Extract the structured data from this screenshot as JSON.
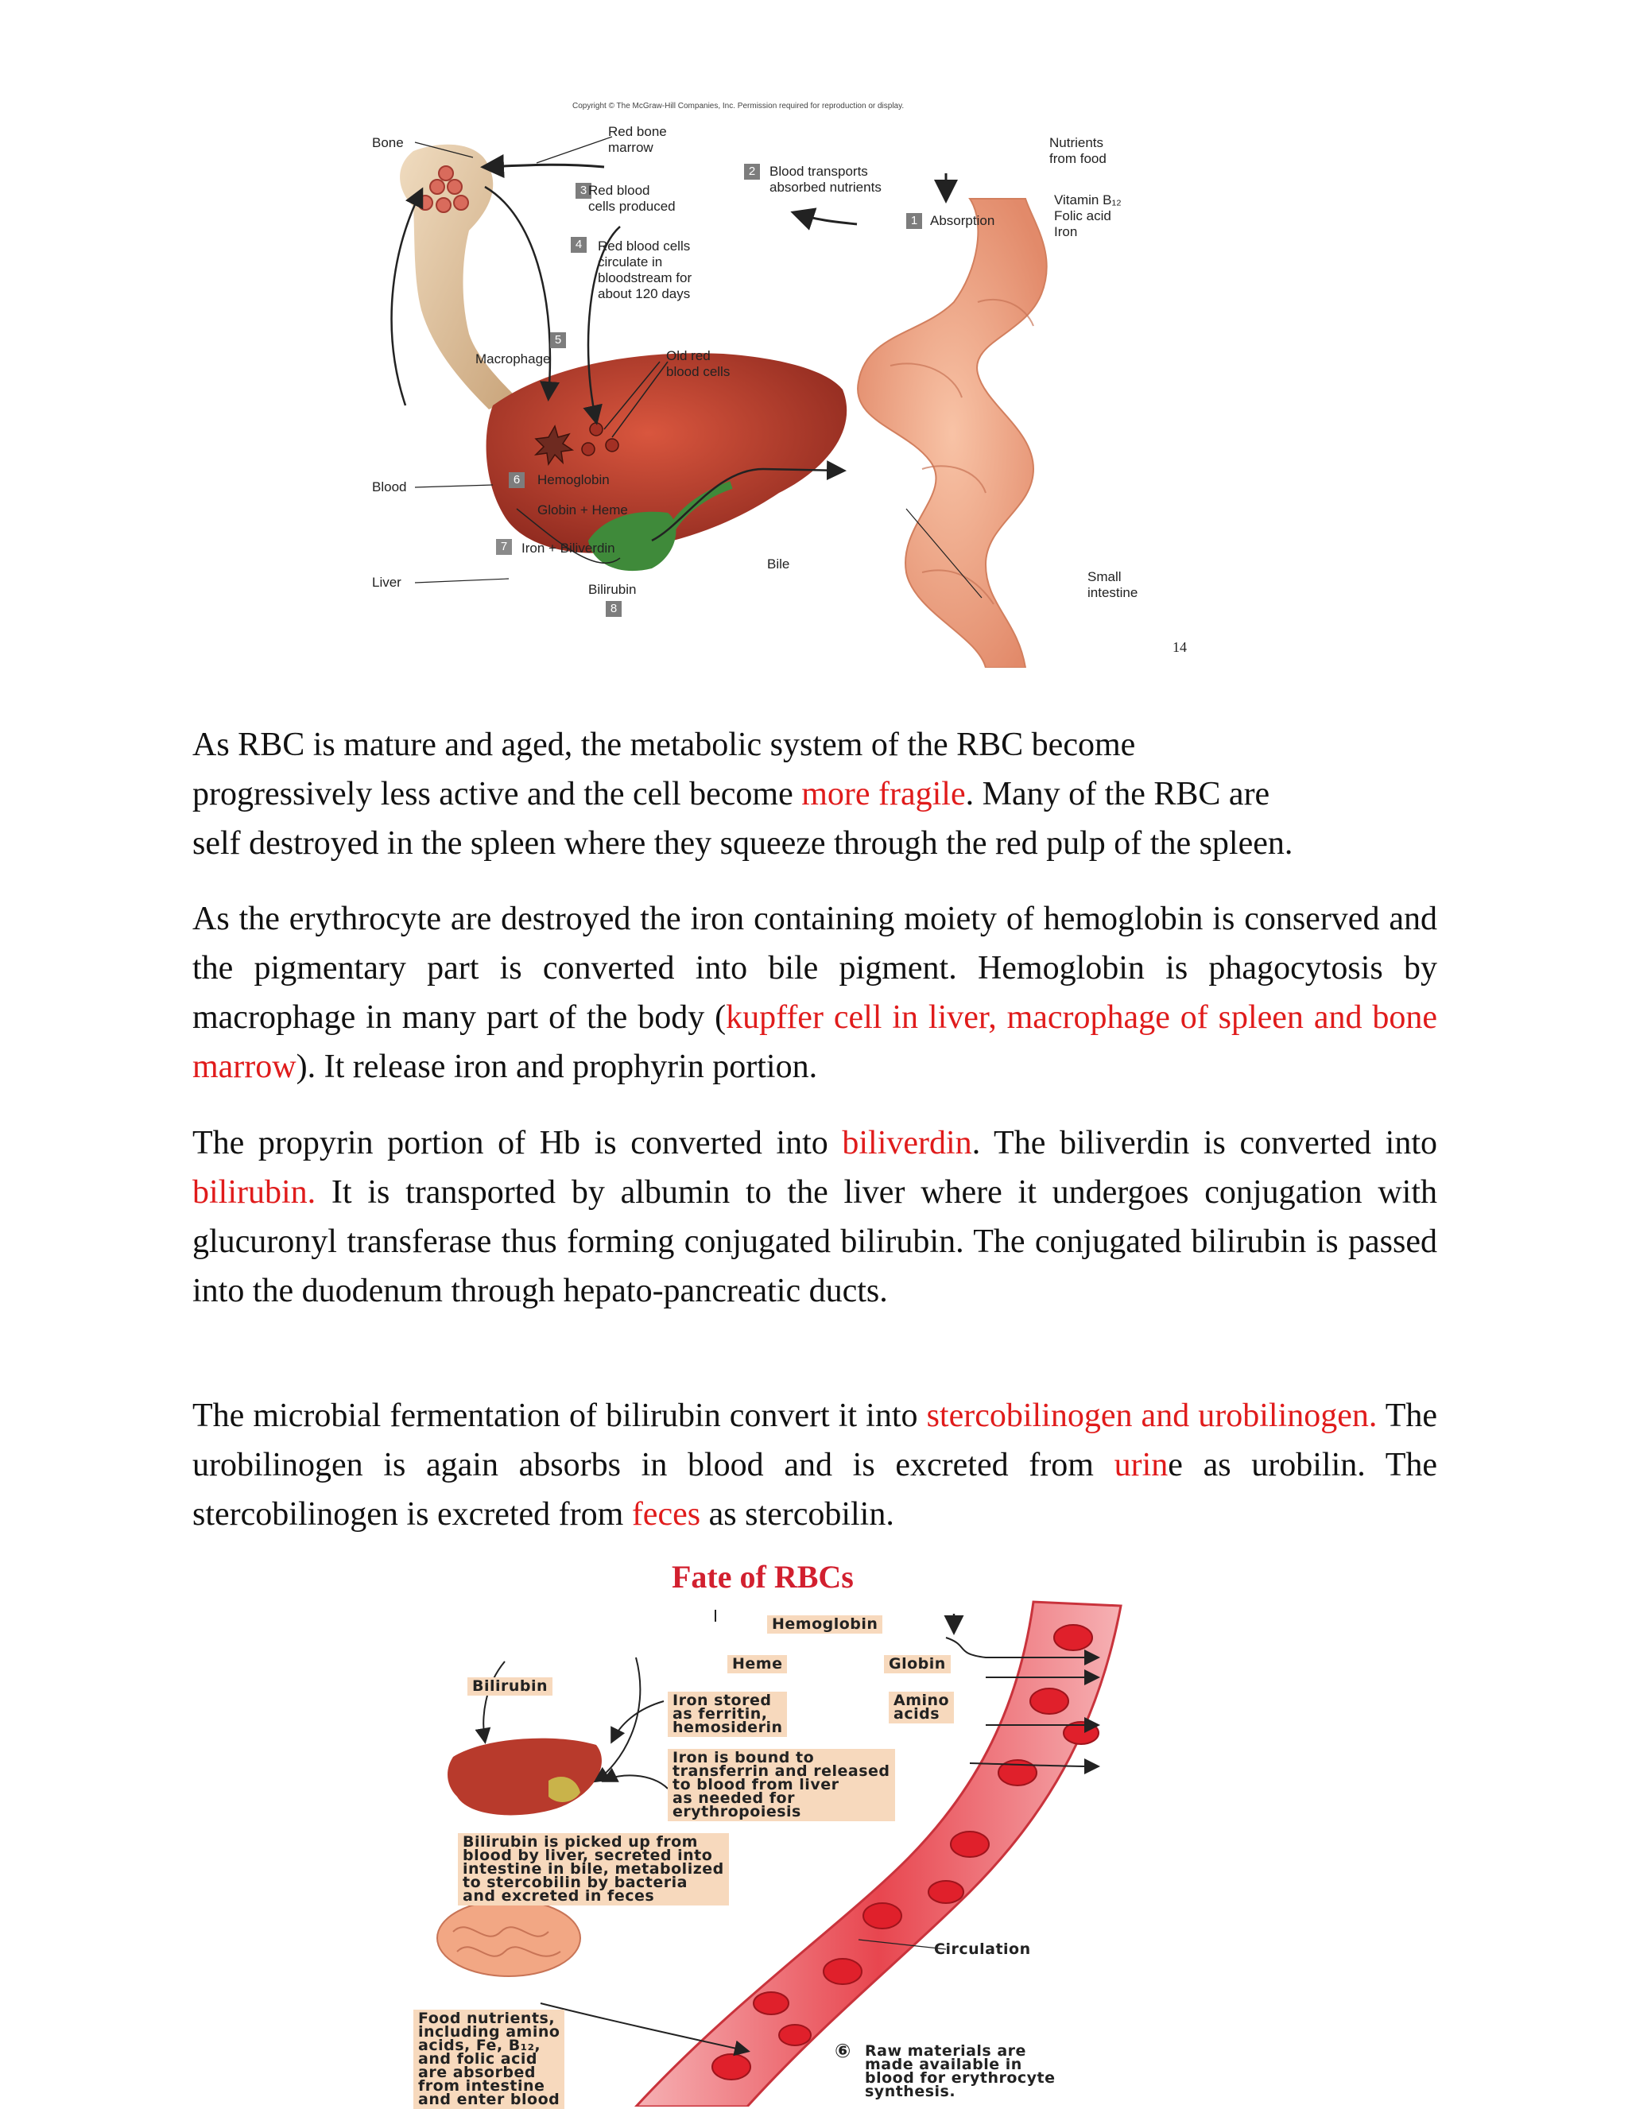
{
  "figure1": {
    "copyright": "Copyright © The McGraw-Hill Companies, Inc. Permission required for reproduction or display.",
    "labels": {
      "bone": "Bone",
      "red_bone_marrow": "Red bone\nmarrow",
      "blood_transports": "Blood transports\nabsorbed nutrients",
      "nutrients_from_food": "Nutrients\nfrom food",
      "red_blood_cells_produced": "Red blood\ncells produced",
      "absorption": "Absorption",
      "vitamins": "Vitamin B₁₂\nFolic acid\nIron",
      "rbc_circulate": "Red blood cells\ncirculate in\nbloodstream for\nabout 120 days",
      "macrophage": "Macrophage",
      "old_red_blood_cells": "Old red\nblood cells",
      "blood": "Blood",
      "hemoglobin": "Hemoglobin",
      "globin_heme": "Globin + Heme",
      "iron_biliverdin": "Iron + Biliverdin",
      "bile": "Bile",
      "liver": "Liver",
      "bilirubin": "Bilirubin",
      "small_intestine": "Small\nintestine"
    },
    "step_numbers": [
      "1",
      "2",
      "3",
      "4",
      "5",
      "6",
      "7",
      "8"
    ],
    "page_number": "14",
    "colors": {
      "liver": "#b83a2c",
      "intestine": "#f2a784",
      "bone": "#e6c8a0",
      "gallbladder": "#3f8a3a"
    }
  },
  "paragraphs": {
    "p1": {
      "a": "As RBC is mature and aged, the metabolic system of the RBC become",
      "b": "progressively less active and the cell become ",
      "c_red": "more fragile",
      "d": ". Many of the RBC are",
      "e": "self destroyed in the spleen where they squeeze through the red pulp of the spleen."
    },
    "p2": {
      "a": "As the erythrocyte are destroyed the iron containing moiety of hemoglobin is conserved and the pigmentary part is converted into bile pigment. Hemoglobin is phagocytosis by macrophage in many part of the body (",
      "b_red": "kupffer cell in liver, macrophage of spleen and bone marrow",
      "c": "). It release iron and prophyrin portion."
    },
    "p3": {
      "a": " The propyrin portion of  Hb is converted into ",
      "b_red": "biliverdin",
      "c": ". The biliverdin is converted into ",
      "d_red": "bilirubin.",
      "e": " It is transported by albumin to the liver where it undergoes conjugation with glucuronyl transferase thus forming conjugated bilirubin. The conjugated bilirubin is passed into the duodenum through hepato-pancreatic ducts."
    },
    "p4": {
      "a": "The microbial fermentation of bilirubin convert it into ",
      "b_red": "stercobilinogen and urobilinogen.",
      "c": " The urobilinogen is again absorbs in blood and is excreted from ",
      "d_red": "urin",
      "e": "e as urobilin. The stercobilinogen is excreted from ",
      "f_red": "feces",
      "g": " as stercobilin."
    }
  },
  "figure2": {
    "title": "Fate of RBCs",
    "hemoglobin": "Hemoglobin",
    "heme": "Heme",
    "globin": "Globin",
    "bilirubin": "Bilirubin",
    "iron_stored": "Iron stored\nas ferritin,\nhemosiderin",
    "amino_acids": "Amino\nacids",
    "transferrin": "Iron is bound to\ntransferrin and released\nto blood from liver\nas needed for\nerythropoiesis",
    "bilirubin_picked": "Bilirubin is picked up from\nblood by liver, secreted into\nintestine in bile, metabolized\nto stercobilin by bacteria\nand excreted in feces",
    "circulation": "Circulation",
    "food_nutrients": "Food nutrients,\nincluding amino\nacids, Fe, B₁₂,\nand folic acid\nare absorbed\nfrom intestine\nand enter blood",
    "step6": "⑥",
    "raw_materials": "Raw materials are\nmade available in\nblood for erythrocyte\nsynthesis.",
    "colors": {
      "title": "#d2202f",
      "box": "#f7d9bd",
      "vessel": "#e8464f",
      "rbc": "#e0202b"
    }
  }
}
